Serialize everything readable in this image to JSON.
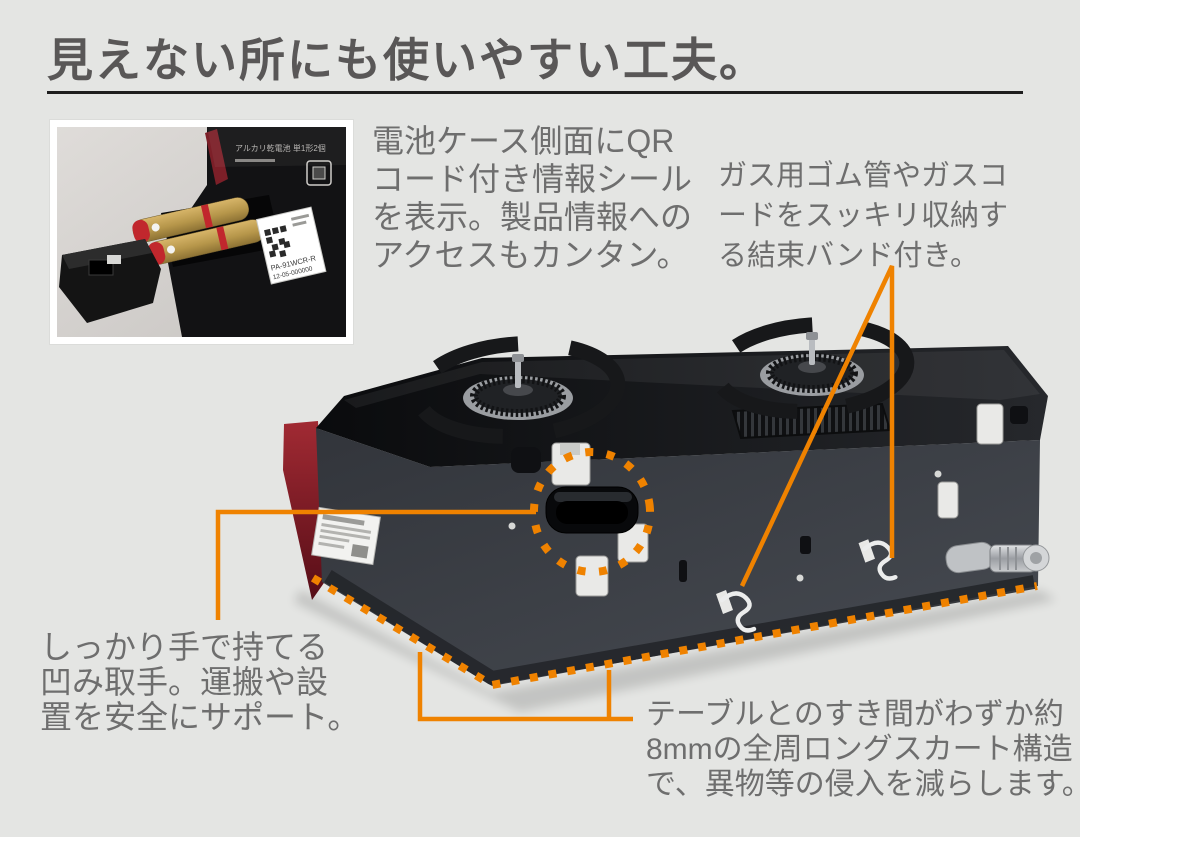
{
  "header": {
    "title": "見えない所にも使いやすい工夫。"
  },
  "callouts": {
    "battery_qr": {
      "lines": [
        "電池ケース側面にQR",
        "コード付き情報シール",
        "を表示。製品情報への",
        "アクセスもカンタン。"
      ]
    },
    "cable_band": {
      "lines": [
        "ガス用ゴム管やガスコ",
        "ードをスッキリ収納す",
        "る結束バンド付き。"
      ]
    },
    "recessed_handle": {
      "lines": [
        "しっかり手で持てる",
        "凹み取手。運搬や設",
        "置を安全にサポート。"
      ]
    },
    "long_skirt": {
      "lines": [
        "テーブルとのすき間がわずか約",
        "8mmの全周ロングスカート構造",
        "で、異物等の侵入を減らします。"
      ]
    }
  },
  "inset": {
    "label_model": "PA-91WCR-R",
    "label_serial": "12-05-000000",
    "print_text": "アルカリ乾電池 単1形2個"
  },
  "colors": {
    "accent_orange": "#ef8200",
    "panel_gray": "#e4e5e3",
    "title_gray": "#595757",
    "body_text_gray": "#6e6e6e",
    "underline_black": "#1e1e1e",
    "stove_red_side": "#8f222c",
    "stove_panel": "#3b3e44"
  }
}
